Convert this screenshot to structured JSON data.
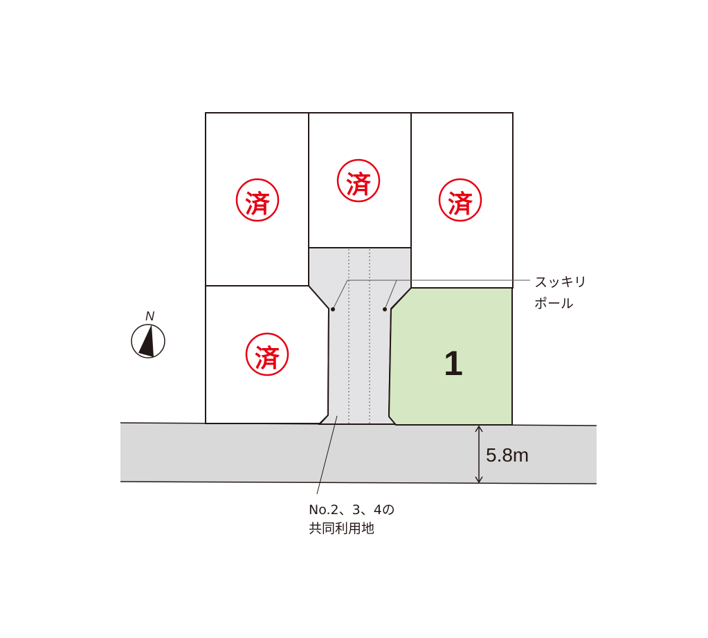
{
  "lots": [
    {
      "id": "lot-top-left",
      "stamp": "済",
      "status": "sold"
    },
    {
      "id": "lot-top-center",
      "stamp": "済",
      "status": "sold"
    },
    {
      "id": "lot-top-right",
      "stamp": "済",
      "status": "sold"
    },
    {
      "id": "lot-bottom-left",
      "stamp": "済",
      "status": "sold"
    },
    {
      "id": "lot-1",
      "number": "1",
      "status": "available"
    }
  ],
  "labels": {
    "pole_line1": "スッキリ",
    "pole_line2": "ポール",
    "road_width": "5.8m",
    "shared_line1": "No.2、3、4の",
    "shared_line2": "共同利用地",
    "compass_north": "N"
  },
  "colors": {
    "stamp": "#e60012",
    "available_lot": "#d6e7c4",
    "road": "#d9d9d9",
    "shared_path": "#e3e3e5",
    "line": "#231815"
  }
}
